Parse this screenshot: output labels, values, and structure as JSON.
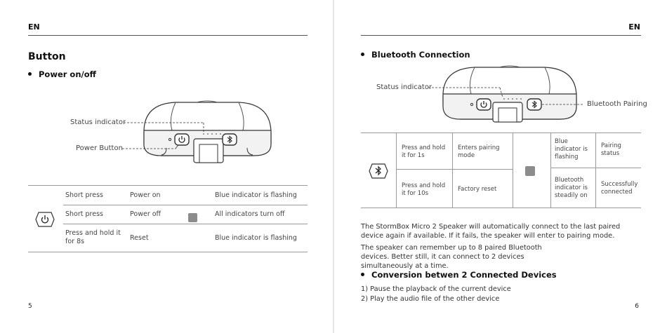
{
  "left_page": {
    "lang": "EN",
    "title": "Button",
    "section": "Power on/off",
    "labels": {
      "status_indicator": "Status indicator",
      "power_button": "Power Button"
    },
    "table": [
      {
        "action": "Short press",
        "result": "Power on",
        "indicator": "Blue indicator is flashing"
      },
      {
        "action": "Short press",
        "result": "Power off",
        "indicator": "All indicators turn off"
      },
      {
        "action": "Press and hold it for 8s",
        "result": "Reset",
        "indicator": "Blue indicator is flashing"
      }
    ],
    "page_number": "5"
  },
  "right_page": {
    "lang": "EN",
    "section": "Bluetooth Connection",
    "labels": {
      "status_indicator": "Status indicator",
      "bluetooth_pairing": "Bluetooth Pairing"
    },
    "table": [
      {
        "action": "Press and hold it for 1s",
        "result": "Enters pairing mode",
        "indicator": "Blue indicator is flashing",
        "status": "Pairing status"
      },
      {
        "action": "Press and hold it for 10s",
        "result": "Factory reset",
        "indicator": "Bluetooth indicator is steadily on",
        "status": "Successfully connected"
      }
    ],
    "paragraphs": [
      "The StormBox Micro 2 Speaker will automatically connect to the last paired device again if available. If it fails, the speaker will enter to pairing mode.",
      "The speaker can remember up to 8 paired Bluetooth devices. Better still, it can connect to 2 devices simultaneously at a time."
    ],
    "section2": "Conversion betwen 2 Connected Devices",
    "steps": [
      "1)  Pause the playback of the current device",
      "2)  Play the audio file of the other device"
    ],
    "page_number": "6"
  },
  "colors": {
    "indicator_square": "#8c8c8c",
    "rule": "#555555",
    "table_line": "#999999"
  },
  "icons": {
    "power": "power-icon",
    "bluetooth": "bluetooth-icon"
  }
}
